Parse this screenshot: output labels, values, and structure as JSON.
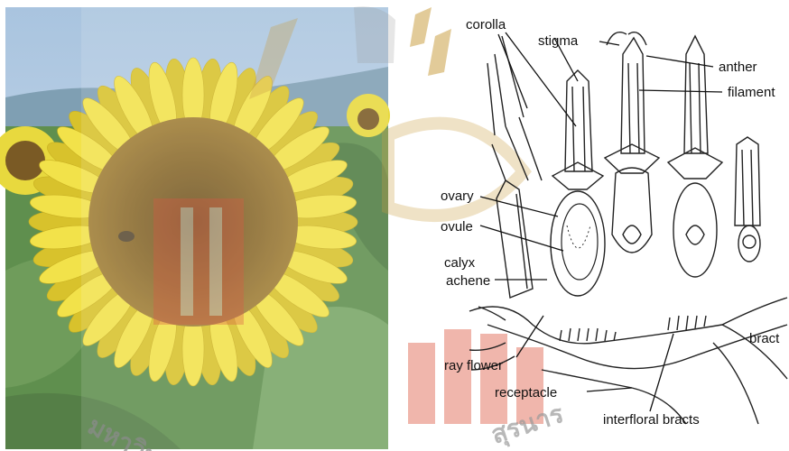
{
  "photo": {
    "subject": "sunflower-photo",
    "colors": {
      "sky": "#b9cfe4",
      "hills": "#8aa6b8",
      "leaf": "#5f8f4e",
      "petal": "#f2e24a",
      "petal_dark": "#d8c22c",
      "disc": "#8a6a2c",
      "disc_center": "#6e5322"
    }
  },
  "diagram": {
    "labels": {
      "corolla": "corolla",
      "stigma": "stigma",
      "anther": "anther",
      "filament": "filament",
      "ovary": "ovary",
      "ovule": "ovule",
      "calyx": "calyx",
      "achene": "achene",
      "ray_flower": "ray flower",
      "receptacle": "receptacle",
      "bract": "bract",
      "interfloral_bracts": "interfloral bracts"
    }
  },
  "watermark": {
    "text_left": "มหาวิท",
    "text_right": "สุรนาร",
    "colors": {
      "gold": "#caa046",
      "red": "#d8412a",
      "gray": "#9a9a9a"
    }
  }
}
